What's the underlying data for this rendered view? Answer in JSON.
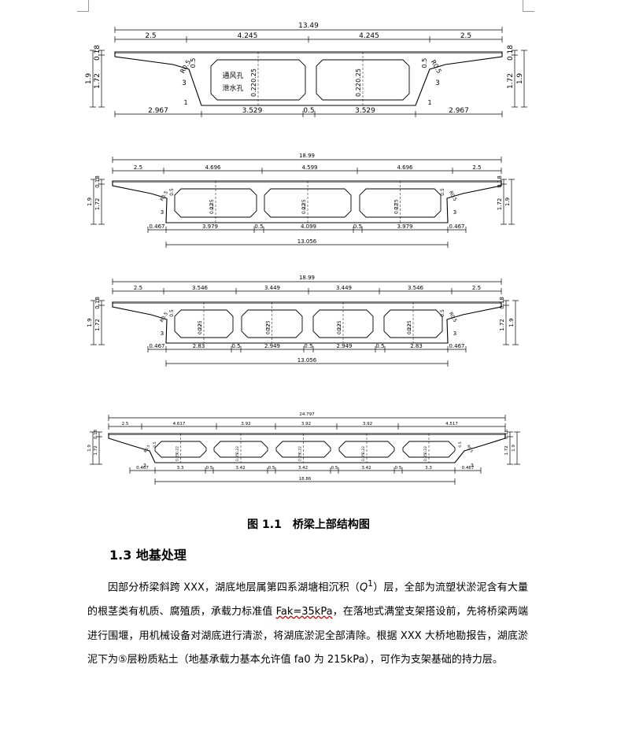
{
  "figure": {
    "section1": {
      "total": "13.49",
      "top": [
        "2.5",
        "4.245",
        "4.245",
        "2.5"
      ],
      "bottom": [
        "2.967",
        "3.529",
        "0.5",
        "3.529",
        "2.967"
      ],
      "side": [
        "0.18",
        "1.72",
        "1.9"
      ],
      "notes": {
        "r": "R0.5",
        "thick1": "0.5",
        "thick2": "0.25",
        "thick3": "0.22",
        "slope": "3",
        "one": "1",
        "vent": "通风孔",
        "drain": "泄水孔"
      }
    },
    "section2": {
      "total": "18.99",
      "top": [
        "2.5",
        "4.696",
        "4.599",
        "4.696",
        "2.5"
      ],
      "bottom": [
        "0.467",
        "3.979",
        "0.5",
        "4.099",
        "0.5",
        "3.979",
        "0.467"
      ],
      "base": "13.056",
      "side": [
        "0.18",
        "1.72",
        "1.9"
      ],
      "notes": {
        "r": "R0.5",
        "thick1": "0.5",
        "thick2": "0.25",
        "thick3": "0.22",
        "slope": "3"
      }
    },
    "section3": {
      "total": "18.99",
      "top": [
        "2.5",
        "3.546",
        "3.449",
        "3.449",
        "3.546",
        "2.5"
      ],
      "bottom": [
        "0.467",
        "2.83",
        "0.5",
        "2.949",
        "0.5",
        "2.949",
        "0.5",
        "2.83",
        "0.467"
      ],
      "base": "13.056",
      "side": [
        "0.18",
        "1.72",
        "1.9"
      ],
      "notes": {
        "r": "R0.5",
        "thick1": "0.5",
        "thick2": "0.25",
        "thick3": "0.22",
        "slope": "3"
      }
    },
    "section4": {
      "total": "24.797",
      "top": [
        "2.5",
        "4.617",
        "3.92",
        "3.92",
        "3.92",
        "4.517"
      ],
      "bottom": [
        "0.467",
        "3.3",
        "0.5",
        "3.42",
        "0.5",
        "3.42",
        "0.5",
        "3.42",
        "0.5",
        "3.3",
        "0.467"
      ],
      "base": "18.86",
      "side": [
        "0.18",
        "1.72",
        "1.9"
      ],
      "notes": {
        "r": "R0.5",
        "thick1": "0.5",
        "thick2": "0.25",
        "thick3": "0.22",
        "slope": "3"
      }
    }
  },
  "caption": {
    "number": "图 1.1",
    "title": "桥梁上部结构图"
  },
  "heading": "1.3 地基处理",
  "paragraph": {
    "p1": "因部分桥梁斜跨 XXX，湖底地层属第四系湖塘相沉积（",
    "q": "Q",
    "q_sup": "1",
    "p2": "）层，全部为流塑状淤泥含有大量的根茎类有机质、腐殖质，承载力标准值 ",
    "fak": "Fak=35kPa",
    "p3": "，在落地式满堂支架搭设前，先将桥梁两端进行围堰，用机械设备对湖底进行清淤，将湖底淤泥全部清除。根据 XXX 大桥地勘报告，湖底淤泥下为⑤层粉质粘土（地基承载力基本允许值 fa0 为 215kPa），可作为支架基础的持力层。"
  }
}
